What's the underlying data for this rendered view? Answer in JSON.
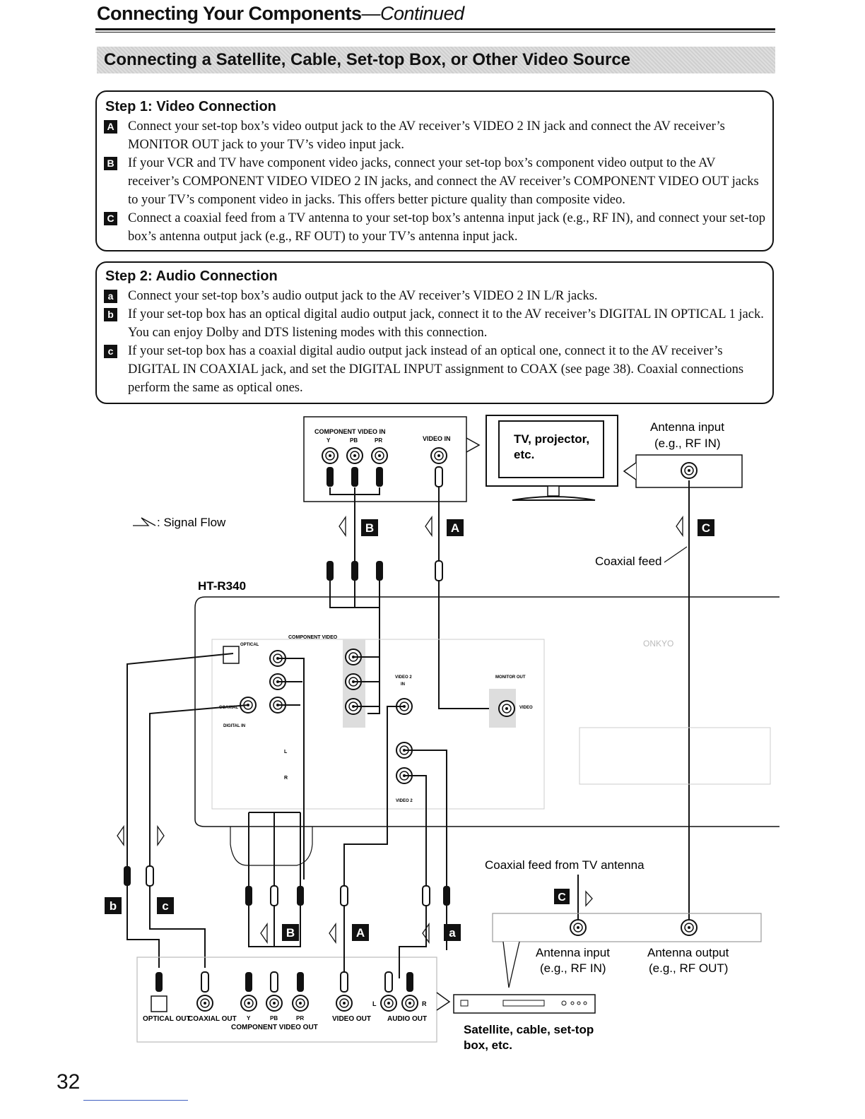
{
  "header": {
    "title": "Connecting Your Components",
    "title_suffix": "—Continued"
  },
  "banner": {
    "text": "Connecting a Satellite, Cable, Set-top Box, or Other Video Source"
  },
  "step1": {
    "title": "Step 1: Video Connection",
    "items": [
      {
        "badge": "A",
        "text": "Connect your set-top box’s video output jack to the AV receiver’s VIDEO 2 IN jack and connect the AV receiver’s MONITOR OUT jack to your TV’s video input jack."
      },
      {
        "badge": "B",
        "text": "If your VCR and TV have component video jacks, connect your set-top box’s component video output to the AV receiver’s COMPONENT VIDEO VIDEO 2 IN jacks, and connect the AV receiver’s COMPONENT VIDEO OUT jacks to your TV’s component video in jacks. This offers better picture quality than composite video."
      },
      {
        "badge": "C",
        "text": "Connect a coaxial feed from a TV antenna to your set-top box’s antenna input jack (e.g., RF IN), and connect your set-top box’s antenna output jack (e.g., RF OUT) to your TV’s antenna input jack."
      }
    ]
  },
  "step2": {
    "title": "Step 2: Audio Connection",
    "items": [
      {
        "badge": "a",
        "text": "Connect your set-top box’s audio output jack to the AV receiver’s VIDEO 2 IN L/R jacks."
      },
      {
        "badge": "b",
        "text": "If your set-top box has an optical digital audio output jack, connect it to the AV receiver’s DIGITAL IN OPTICAL 1 jack. You can enjoy Dolby and DTS listening modes with this connection."
      },
      {
        "badge": "c",
        "text": "If your set-top box has a coaxial digital audio output jack instead of an optical one, connect it to the AV receiver’s DIGITAL IN COAXIAL jack, and set the DIGITAL INPUT assignment to COAX (see page 38). Coaxial connections perform the same as optical ones."
      }
    ]
  },
  "diagram": {
    "tv_label_1": "TV, projector,",
    "tv_label_2": "etc.",
    "tv_component_label": "COMPONENT VIDEO IN",
    "tv_y": "Y",
    "tv_pb": "PB",
    "tv_pr": "PR",
    "tv_video_in": "VIDEO IN",
    "antenna_input_top_1": "Antenna input",
    "antenna_input_top_2": "(e.g., RF IN)",
    "signal_flow": ": Signal Flow",
    "model": "HT-R340",
    "coaxial_feed": "Coaxial feed",
    "coaxial_feed_from": "Coaxial feed from TV antenna",
    "antenna_input_1": "Antenna input",
    "antenna_input_2": "(e.g., RF IN)",
    "antenna_output_1": "Antenna output",
    "antenna_output_2": "(e.g., RF OUT)",
    "stb_label_1": "Satellite, cable, set-top",
    "stb_label_2": "box, etc.",
    "rcv_component_video": "COMPONENT VIDEO",
    "rcv_optical": "OPTICAL",
    "rcv_coaxial": "COAXIAL",
    "rcv_digital_in": "DIGITAL IN",
    "rcv_video2_in": "VIDEO 2",
    "rcv_in": "IN",
    "rcv_monitor_out": "MONITOR OUT",
    "rcv_video": "VIDEO",
    "rcv_video2": "VIDEO 2",
    "rcv_l": "L",
    "rcv_r": "R",
    "stb_optical_out": "OPTICAL OUT",
    "stb_coaxial_out": "COAXIAL OUT",
    "stb_y": "Y",
    "stb_pb": "PB",
    "stb_pr": "PR",
    "stb_component_video_out": "COMPONENT VIDEO OUT",
    "stb_video_out": "VIDEO OUT",
    "stb_audio_out": "AUDIO OUT",
    "stb_l": "L",
    "stb_r": "R",
    "badge_A": "A",
    "badge_B": "B",
    "badge_C": "C",
    "badge_a": "a",
    "badge_b": "b",
    "badge_c": "c"
  },
  "page_number": "32"
}
